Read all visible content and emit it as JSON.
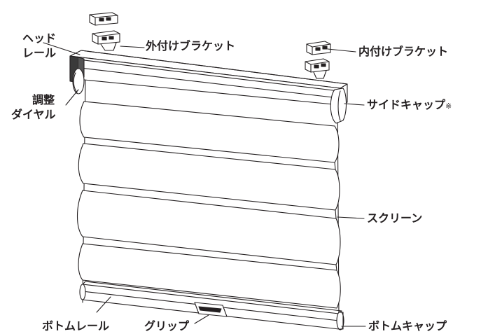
{
  "labels": {
    "head_rail_line1": "ヘッド",
    "head_rail_line2": "レール",
    "outer_bracket": "外付けブラケット",
    "inner_bracket": "内付けブラケット",
    "adjust_dial_line1": "調整",
    "adjust_dial_line2": "ダイヤル",
    "side_cap": "サイドキャップ",
    "side_cap_note": "※",
    "screen": "スクリーン",
    "bottom_rail": "ボトムレール",
    "grip": "グリップ",
    "bottom_cap": "ボトムキャップ"
  },
  "colors": {
    "line": "#231f20",
    "label": "#231f20",
    "background": "#ffffff",
    "rail_dark": "#3a3a3a",
    "fabric": "#ffffff"
  }
}
